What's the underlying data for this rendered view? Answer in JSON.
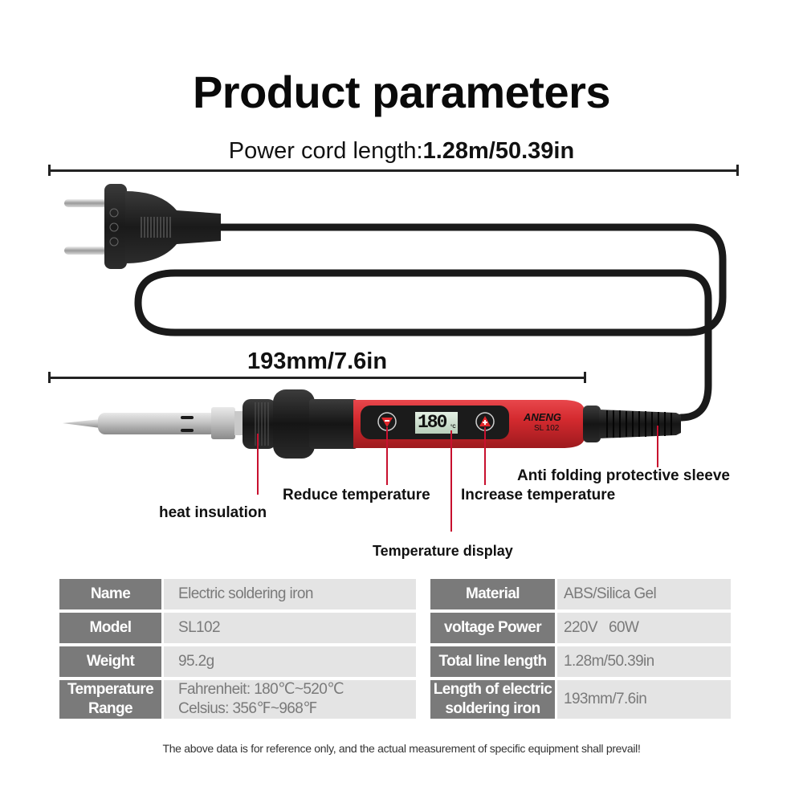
{
  "header": {
    "title": "Product parameters",
    "cord_label_prefix": "Power cord length:",
    "cord_label_value": "1.28m/50.39in",
    "iron_length_label": "193mm/7.6in"
  },
  "product": {
    "brand": "ANENG",
    "model_mark": "SL 102",
    "display_value": "180",
    "display_unit": "°C",
    "colors": {
      "body_red": "#d42a2f",
      "grip_black": "#1c1c1c",
      "leader_red": "#c8102e",
      "tip_silver": "#b8b8b8"
    }
  },
  "callouts": {
    "heat_insulation": "heat insulation",
    "reduce_temperature": "Reduce temperature",
    "increase_temperature": "Increase temperature",
    "temperature_display": "Temperature display",
    "anti_folding": "Anti folding protective sleeve"
  },
  "specs_left": [
    {
      "label": "Name",
      "value": "Electric soldering iron"
    },
    {
      "label": "Model",
      "value": "SL102"
    },
    {
      "label": "Weight",
      "value": "95.2g"
    },
    {
      "label_line1": "Temperature",
      "label_line2": "Range",
      "value_line1": "Fahrenheit: 180℃~520℃",
      "value_line2": "Celsius: 356℉~968℉"
    }
  ],
  "specs_right": [
    {
      "label": "Material",
      "value": "ABS/Silica Gel"
    },
    {
      "label": "voltage Power",
      "value": "220V   60W"
    },
    {
      "label": "Total line length",
      "value": "1.28m/50.39in"
    },
    {
      "label_line1": "Length of electric",
      "label_line2": "soldering iron",
      "value": "193mm/7.6in"
    }
  ],
  "footer": {
    "note": "The above data is for reference only, and the actual measurement of specific equipment shall prevail!"
  }
}
